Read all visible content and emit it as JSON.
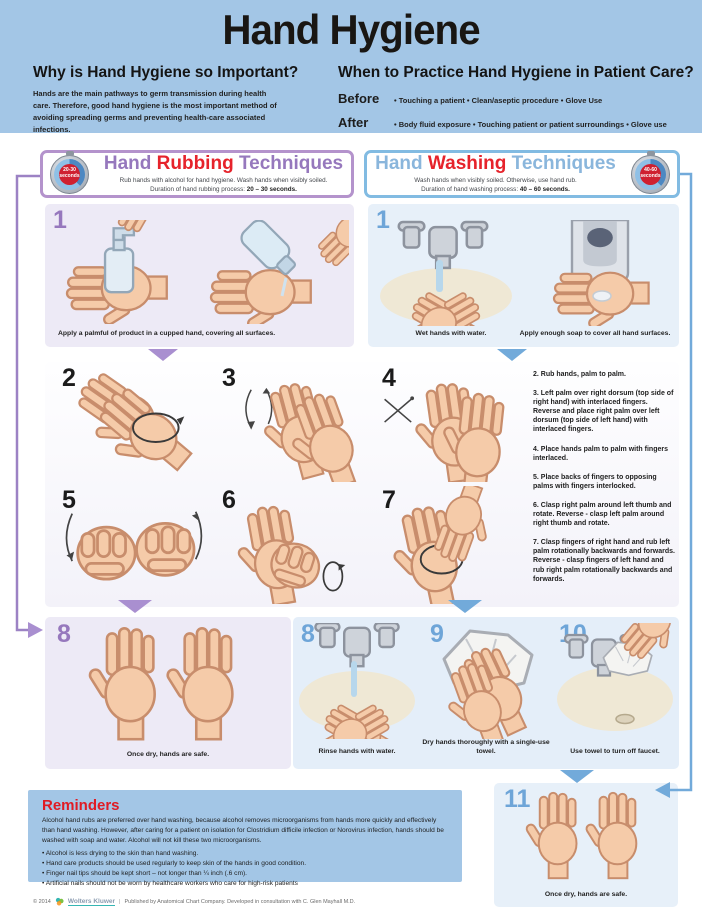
{
  "title": "Hand Hygiene",
  "why": {
    "heading": "Why is Hand Hygiene so Important?",
    "body": "Hands are the main pathways to germ transmission during health care. Therefore, good hand hygiene is the most important method of avoiding spreading germs and preventing health-care associated infections."
  },
  "when": {
    "heading": "When to Practice Hand Hygiene in Patient Care?",
    "before_label": "Before",
    "before_items": "• Touching a patient • Clean/aseptic procedure • Glove Use",
    "after_label": "After",
    "after_items": "• Body fluid exposure • Touching patient or patient surroundings • Glove use"
  },
  "rubbing": {
    "title_hand": "Hand ",
    "title_key": "Rubbing",
    "title_tail": " Techniques",
    "sub1": "Rub hands with alcohol for hand hygiene. Wash hands when visibly soiled.",
    "sub2": "Duration of hand rubbing process: ",
    "duration": "20 – 30 seconds.",
    "clock_label": "20-30",
    "clock_sub": "seconds",
    "step1_num": "1",
    "step1_caption": "Apply a palmful of product in a cupped hand, covering all surfaces.",
    "step8_num": "8",
    "step8_caption": "Once dry, hands are safe."
  },
  "washing": {
    "title_hand": "Hand ",
    "title_key": "Washing",
    "title_tail": " Techniques",
    "sub1": "Wash hands when visibly soiled. Otherwise, use hand rub.",
    "sub2": "Duration of hand washing process: ",
    "duration": "40 – 60 seconds.",
    "clock_label": "40-60",
    "clock_sub": "seconds",
    "step1_num": "1",
    "step1a_caption": "Wet hands with water.",
    "step1b_caption": "Apply enough soap to cover all hand surfaces.",
    "steps": [
      {
        "num": "8",
        "caption": "Rinse hands with water."
      },
      {
        "num": "9",
        "caption": "Dry hands thoroughly with a single-use towel."
      },
      {
        "num": "10",
        "caption": "Use towel to turn off faucet."
      }
    ],
    "step11_num": "11",
    "step11_caption": "Once dry, hands are safe."
  },
  "shared": {
    "numbers": [
      "2",
      "3",
      "4",
      "5",
      "6",
      "7"
    ],
    "descriptions": [
      "2. Rub hands, palm to palm.",
      "3. Left palm over right dorsum (top side of right hand) with interlaced fingers. Reverse and place right palm over left dorsum (top side of left hand) with interlaced fingers.",
      "4. Place hands palm to palm with fingers interlaced.",
      "5. Place backs of fingers to opposing palms with fingers interlocked.",
      "6. Clasp right palm around left thumb and rotate. Reverse - clasp left palm around right thumb and rotate.",
      "7. Clasp fingers of right hand and rub left palm rotationally backwards and forwards. Reverse - clasp fingers of left hand and rub right palm rotationally backwards and forwards."
    ]
  },
  "reminders": {
    "heading": "Reminders",
    "body": "Alcohol hand rubs are preferred over hand washing, because alcohol removes microorganisms from hands more quickly and effectively than hand washing. However, after caring for a patient on isolation for Clostridium difficile infection or Norovirus infection, hands should be washed with soap and water. Alcohol will not kill these two microorganisms.",
    "bullets": [
      "Alcohol is less drying to the skin than hand washing.",
      "Hand care products should be used regularly to keep skin of the hands in good condition.",
      "Finger nail tips should be kept short – not longer than ¼ inch (.6 cm).",
      "Artificial nails should not be worn by healthcare workers who care for high-risk patients"
    ]
  },
  "footer": {
    "copyright": "© 2014",
    "brand": "Wolters Kluwer",
    "divider": "|",
    "text": "Published by Anatomical Chart Company. Developed in consultation with C. Glen Mayhall M.D."
  },
  "colors": {
    "header_blue": "#a3c6e6",
    "purple": "#9678bd",
    "purple_border": "#b493cc",
    "red": "#e6232b",
    "wash_blue": "#8ab6dc",
    "wash_border": "#82bbe2",
    "lavender_box": "#edeaf6",
    "blue_box": "#e7f0f9",
    "skin": "#f5cba9"
  }
}
